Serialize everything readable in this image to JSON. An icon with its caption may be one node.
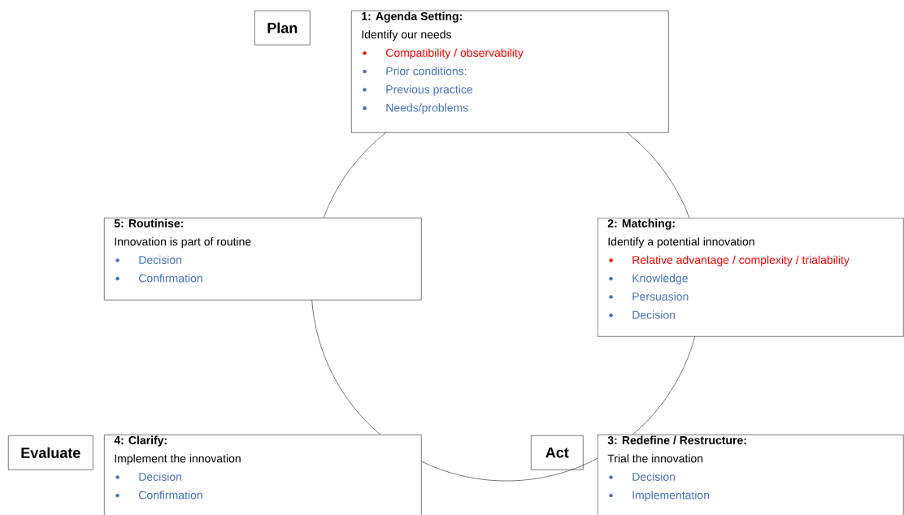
{
  "diagram": {
    "nodes": [
      {
        "text": [
          "Plan"
        ]
      },
      {
        "text": [
          "1: Agenda Setting:",
          "Identify our needs",
          "Compatibility / observability",
          "Prior conditions:",
          "Previous practice",
          "Needs/problems"
        ]
      },
      {
        "text": [
          "5: Routinise:",
          "Innovation is part of routine",
          "Decision",
          "Confirmation"
        ]
      },
      {
        "text": [
          "2: Matching:",
          "Identify a potential innovation",
          "Relative advantage / complexity / trialability",
          "Knowledge",
          "Persuasion",
          "Decision"
        ]
      },
      {
        "text": [
          "Evaluate"
        ]
      },
      {
        "text": [
          "4: Clarify:",
          "Implement the innovation",
          "Decision",
          "Confirmation"
        ]
      },
      {
        "text": [
          "Act"
        ]
      },
      {
        "text": [
          "3: Redefine / Restructure:",
          "Trial the innovation",
          "Decision",
          "Implementation"
        ]
      }
    ],
    "edges": [
      {
        "from": 1,
        "to": 3,
        "arrow": "none"
      },
      {
        "from": 3,
        "to": 7,
        "arrow": "none"
      },
      {
        "from": 7,
        "to": 5,
        "arrow": "none"
      },
      {
        "from": 5,
        "to": 2,
        "arrow": "none"
      },
      {
        "from": 2,
        "to": 1,
        "arrow": "none"
      }
    ]
  }
}
